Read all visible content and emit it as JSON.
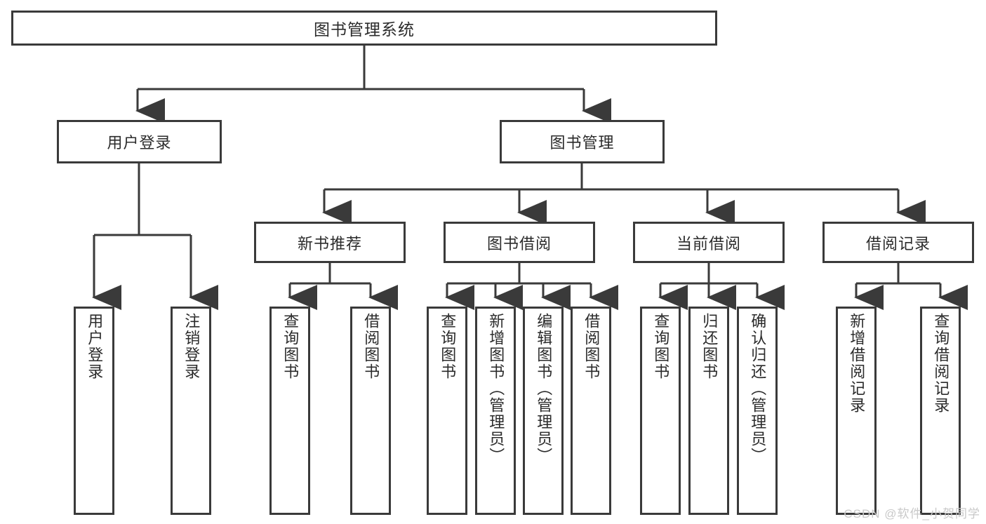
{
  "diagram": {
    "title": "图书管理系统",
    "type": "tree",
    "watermark": "CSDN @软件_小贺同学",
    "colors": {
      "stroke": "#3a3a3a",
      "fill": "#ffffff",
      "text": "#2b2b2b",
      "watermark": "#c9c9c9"
    },
    "levels": {
      "root": {
        "label": "图书管理系统"
      },
      "level2": [
        {
          "label": "用户登录"
        },
        {
          "label": "图书管理"
        }
      ],
      "level3": [
        {
          "label": "新书推荐"
        },
        {
          "label": "图书借阅"
        },
        {
          "label": "当前借阅"
        },
        {
          "label": "借阅记录"
        }
      ],
      "leaves": [
        {
          "label": "用户登录",
          "parent": "用户登录"
        },
        {
          "label": "注销登录",
          "parent": "用户登录"
        },
        {
          "label": "查询图书",
          "parent": "新书推荐"
        },
        {
          "label": "借阅图书",
          "parent": "新书推荐"
        },
        {
          "label": "查询图书",
          "parent": "图书借阅"
        },
        {
          "label": "新增图书（管理员）",
          "parent": "图书借阅"
        },
        {
          "label": "编辑图书（管理员）",
          "parent": "图书借阅"
        },
        {
          "label": "借阅图书",
          "parent": "图书借阅"
        },
        {
          "label": "查询图书",
          "parent": "当前借阅"
        },
        {
          "label": "归还图书",
          "parent": "当前借阅"
        },
        {
          "label": "确认归还（管理员）",
          "parent": "当前借阅"
        },
        {
          "label": "新增借阅记录",
          "parent": "借阅记录"
        },
        {
          "label": "查询借阅记录",
          "parent": "借阅记录"
        }
      ]
    }
  }
}
